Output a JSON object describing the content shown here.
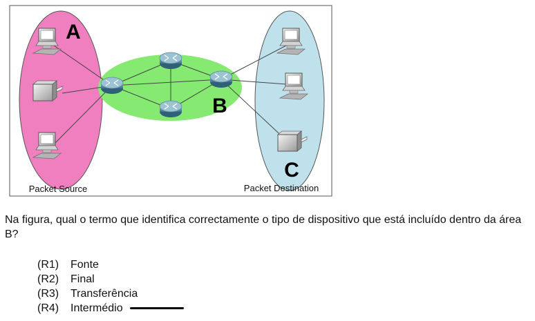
{
  "diagram": {
    "area_a_label": "A",
    "area_b_label": "B",
    "area_c_label": "C",
    "source_caption": "Packet Source",
    "destination_caption": "Packet Destination",
    "colors": {
      "source_area": "#ef7fbe",
      "network_area": "#86ea72",
      "destination_area": "#bfe1ec",
      "router": "#5d91a6"
    },
    "icons": {
      "source_devices": [
        "computer-icon",
        "printer-icon",
        "computer-icon"
      ],
      "routers": [
        "router-icon",
        "router-icon",
        "router-icon",
        "router-icon"
      ],
      "destination_devices": [
        "computer-icon",
        "computer-icon",
        "printer-icon"
      ]
    }
  },
  "question": {
    "text": "Na figura, qual o termo que identifica correctamente o tipo de dispositivo que está incluído dentro da área B?"
  },
  "options": [
    {
      "code": "(R1)",
      "label": "Fonte"
    },
    {
      "code": "(R2)",
      "label": "Final"
    },
    {
      "code": "(R3)",
      "label": "Transferência"
    },
    {
      "code": "(R4)",
      "label": "Intermédio"
    }
  ],
  "marked_option": "(R4)"
}
